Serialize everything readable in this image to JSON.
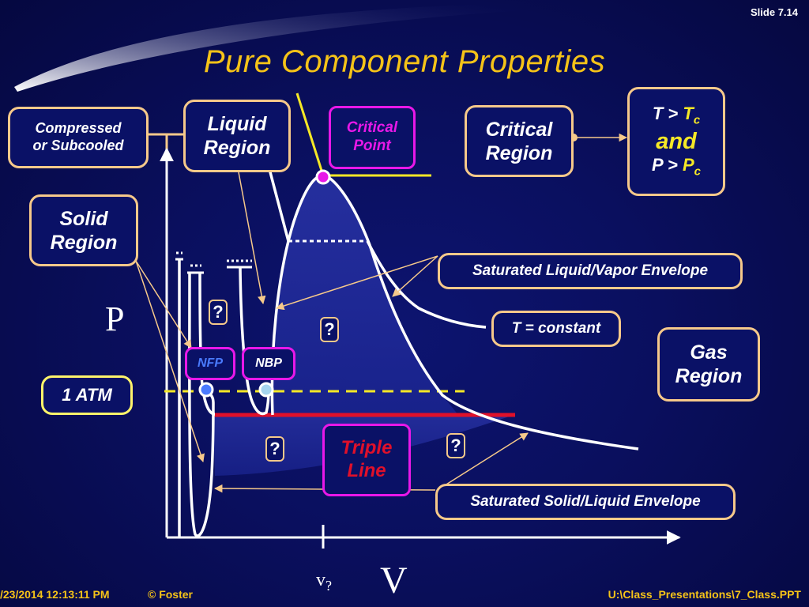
{
  "slide_number": "Slide 7.14",
  "title": "Pure Component Properties",
  "axes": {
    "y_label": "P",
    "x_label": "V",
    "x_tick_label": "v",
    "x_tick_sub": "?"
  },
  "boxes": {
    "compressed": "Compressed\nor Subcooled",
    "liquid_region": "Liquid\nRegion",
    "critical_point": "Critical\nPoint",
    "critical_region": "Critical\nRegion",
    "solid_region": "Solid\nRegion",
    "sat_lv_envelope": "Saturated Liquid/Vapor Envelope",
    "t_constant": "T = constant",
    "gas_region": "Gas\nRegion",
    "one_atm": "1 ATM",
    "nfp": "NFP",
    "nbp": "NBP",
    "triple_line": "Triple\nLine",
    "sat_sl_envelope": "Saturated Solid/Liquid Envelope"
  },
  "tc_box": {
    "line1_prefix": "T > ",
    "line1_var": "T",
    "line1_sub": "c",
    "line2": "and",
    "line3_prefix": "P > ",
    "line3_var": "P",
    "line3_sub": "c"
  },
  "question_mark": "?",
  "footer": {
    "left": "/23/2014 12:13:11 PM",
    "author": "© Foster",
    "right": "U:\\Class_Presentations\\7_Class.PPT"
  },
  "colors": {
    "background": "#0a0f5e",
    "box_border": "#f6c98a",
    "magenta": "#e818e8",
    "title": "#f5c318",
    "triple_line": "#e0102a",
    "one_atm_line": "#f5e826",
    "critical_text": "#e818e8",
    "nfp_text": "#4a7bff",
    "tc_highlight": "#f5e826",
    "triple_text": "#e0102a"
  }
}
